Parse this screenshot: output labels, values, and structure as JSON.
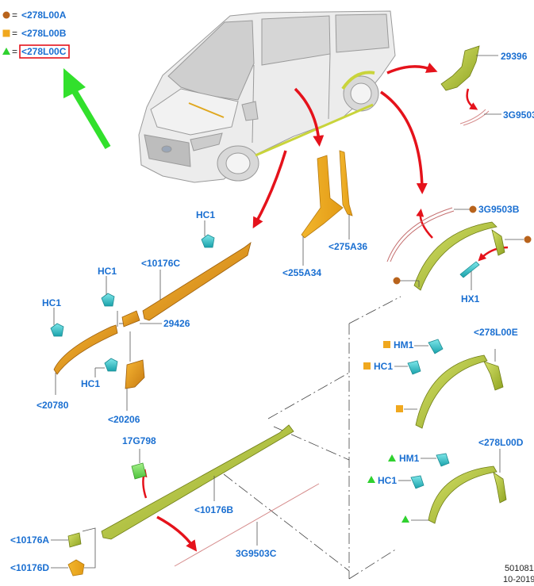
{
  "colors": {
    "circle_marker": "#b8631c",
    "square_marker": "#f0a81e",
    "triangle_marker": "#2fd12f",
    "label_blue": "#1a6fd1",
    "arrow_red": "#e5121b",
    "arrow_green": "#32e02c",
    "highlight_box": "#e5121b"
  },
  "legend": [
    {
      "marker": "circle",
      "eq": "=",
      "code": "<278L00A"
    },
    {
      "marker": "square",
      "eq": "=",
      "code": "<278L00B"
    },
    {
      "marker": "triangle",
      "eq": "=",
      "code": "<278L00C"
    }
  ],
  "labels": {
    "p29396": "29396",
    "p3g9503_top": "3G9503",
    "p3g9503b": "3G9503B",
    "p275a36": "<275A36",
    "p255a34": "<255A34",
    "hx1": "HX1",
    "hc1_a": "HC1",
    "p10176c": "<10176C",
    "hc1_b": "HC1",
    "hc1_c": "HC1",
    "p29426": "29426",
    "hc1_d": "HC1",
    "p20780": "<20780",
    "p20206": "<20206",
    "p278l00e": "<278L00E",
    "hm1_sq": "HM1",
    "hc1_sq": "HC1",
    "p17g798": "17G798",
    "p10176b": "<10176B",
    "p278l00d": "<278L00D",
    "hm1_tri": "HM1",
    "hc1_tri": "HC1",
    "p10176a": "<10176A",
    "p10176d": "<10176D",
    "p3g9503c": "3G9503C"
  },
  "footer": {
    "code": "501081",
    "date": "10-2019"
  }
}
